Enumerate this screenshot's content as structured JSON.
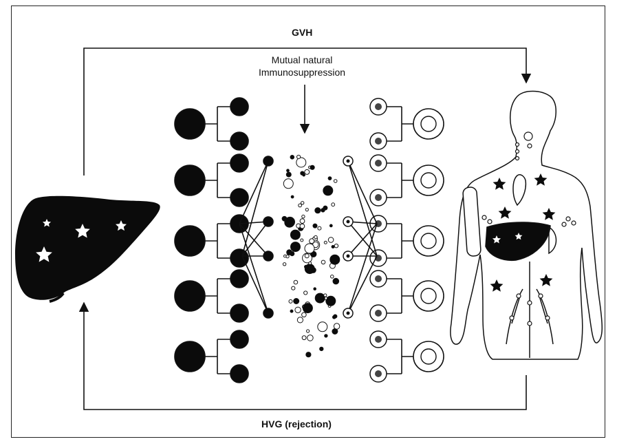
{
  "labels": {
    "gvh": "GVH",
    "hvg": "HVG (rejection)",
    "mutual_line1": "Mutual natural",
    "mutual_line2": "Immunosuppression"
  },
  "colors": {
    "ink": "#111111",
    "background": "#ffffff"
  },
  "icons": [
    "liver-icon",
    "donor-cell-icon",
    "recipient-cell-icon",
    "human-body-icon",
    "star-icon",
    "arrow-icon"
  ]
}
